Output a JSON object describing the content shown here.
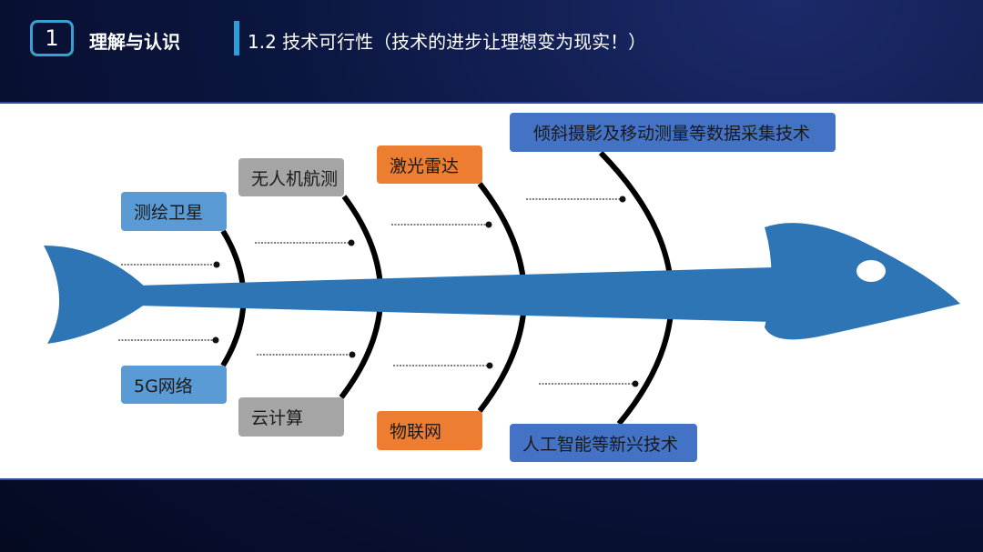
{
  "header": {
    "section_number": "1",
    "section_title": "理解与认识",
    "subtitle": "1.2  技术可行性（技术的进步让理想变为现实！）"
  },
  "diagram": {
    "type": "fishbone",
    "colors": {
      "fish": "#2e75b6",
      "bones": "#000000"
    },
    "bones": [
      {
        "top": {
          "label": "测绘卫星",
          "color": "#5b9bd5"
        },
        "bottom": {
          "label": "5G网络",
          "color": "#5b9bd5"
        }
      },
      {
        "top": {
          "label": "无人机航测",
          "color": "#a5a5a5"
        },
        "bottom": {
          "label": "云计算",
          "color": "#a5a5a5"
        }
      },
      {
        "top": {
          "label": "激光雷达",
          "color": "#ed7d31"
        },
        "bottom": {
          "label": "物联网",
          "color": "#ed7d31"
        }
      },
      {
        "top": {
          "label": "倾斜摄影及移动测量等数据采集技术",
          "color": "#4472c4"
        },
        "bottom": {
          "label": "人工智能等新兴技术",
          "color": "#4472c4"
        }
      }
    ]
  }
}
